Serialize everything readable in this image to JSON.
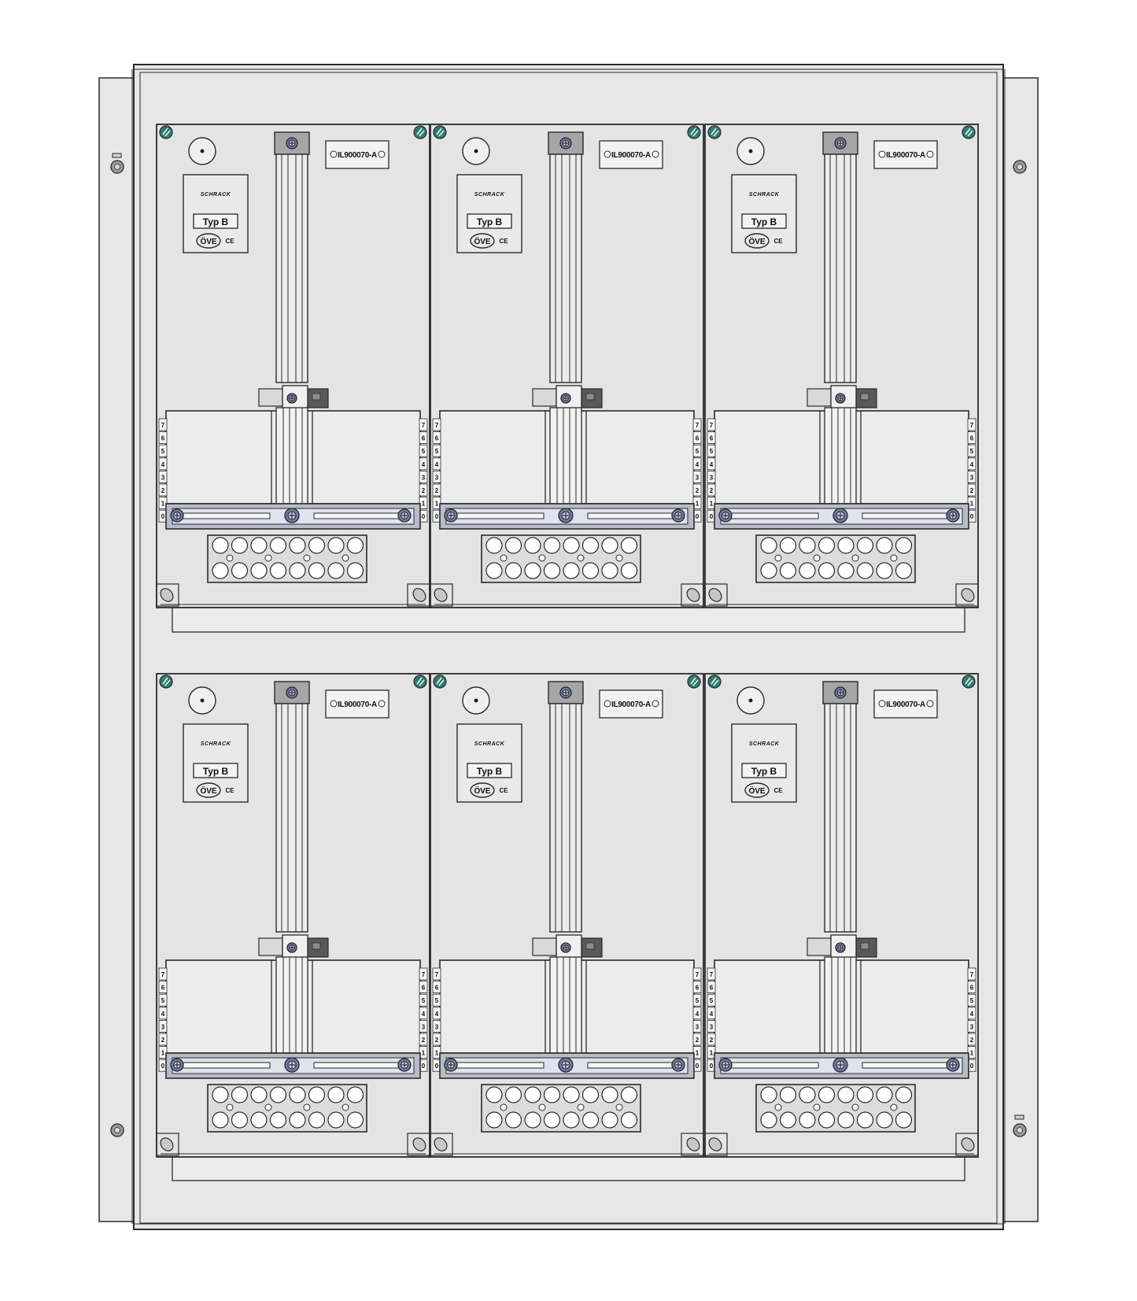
{
  "colors": {
    "panel": "#e7e7e7",
    "outline": "#2a2a2a",
    "rail": "#b9bcc8",
    "rail_light": "#dfe3ee",
    "screw": "#6f79a8",
    "green_screw": "#2f7d6e",
    "dark_block": "#595959"
  },
  "modules": [
    {
      "id": "top-left",
      "code": "IL900070-A",
      "brand": "SCHRACK",
      "type_label": "Typ B",
      "cert": "ÖVE",
      "ce": "CE"
    },
    {
      "id": "top-center",
      "code": "IL900070-A",
      "brand": "SCHRACK",
      "type_label": "Typ B",
      "cert": "ÖVE",
      "ce": "CE"
    },
    {
      "id": "top-right",
      "code": "IL900070-A",
      "brand": "SCHRACK",
      "type_label": "Typ B",
      "cert": "ÖVE",
      "ce": "CE"
    },
    {
      "id": "bottom-left",
      "code": "IL900070-A",
      "brand": "SCHRACK",
      "type_label": "Typ B",
      "cert": "ÖVE",
      "ce": "CE"
    },
    {
      "id": "bottom-center",
      "code": "IL900070-A",
      "brand": "SCHRACK",
      "type_label": "Typ B",
      "cert": "ÖVE",
      "ce": "CE"
    },
    {
      "id": "bottom-right",
      "code": "IL900070-A",
      "brand": "SCHRACK",
      "type_label": "Typ B",
      "cert": "ÖVE",
      "ce": "CE"
    }
  ],
  "scale_marks": [
    "7",
    "6",
    "5",
    "4",
    "3",
    "2",
    "1",
    "0"
  ]
}
